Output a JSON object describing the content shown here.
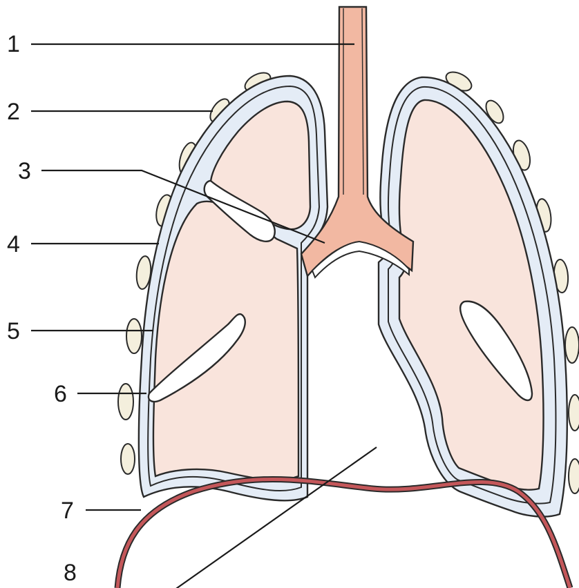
{
  "labels": [
    {
      "id": "1",
      "text": "1"
    },
    {
      "id": "2",
      "text": "2"
    },
    {
      "id": "3",
      "text": "3"
    },
    {
      "id": "4",
      "text": "4"
    },
    {
      "id": "5",
      "text": "5"
    },
    {
      "id": "6",
      "text": "6"
    },
    {
      "id": "7",
      "text": "7"
    },
    {
      "id": "8",
      "text": "8"
    }
  ],
  "colors": {
    "lung_tissue": "#f9e4dc",
    "pleura": "#e4ecf6",
    "trachea": "#f2b8a2",
    "rib": "#f4efdd",
    "diaphragm": "#c4575a",
    "outline": "#2a2a2a"
  }
}
